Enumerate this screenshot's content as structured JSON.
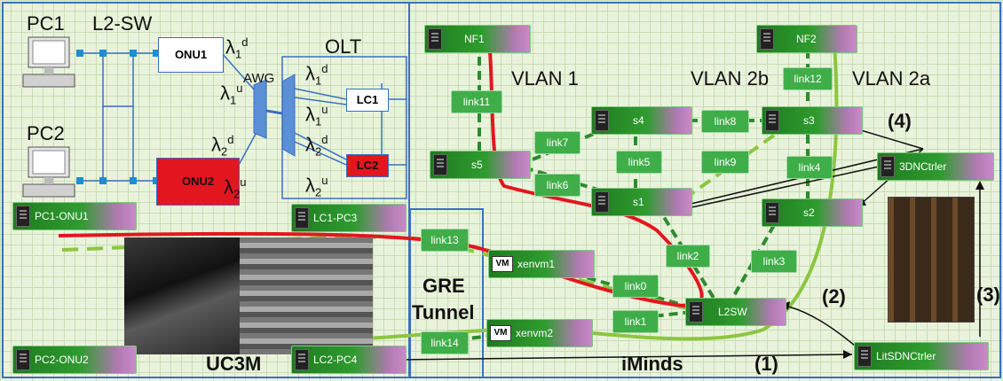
{
  "uc3m": {
    "pc1": "PC1",
    "pc2": "PC2",
    "l2sw": "L2-SW",
    "onu1": "ONU1",
    "onu2": "ONU2",
    "awg": "AWG",
    "olt": "OLT",
    "lc1": "LC1",
    "lc2": "LC2",
    "site_label": "UC3M"
  },
  "lambdas": [
    {
      "base": "λ",
      "sub": "1",
      "sup": "d"
    },
    {
      "base": "λ",
      "sub": "1",
      "sup": "u"
    },
    {
      "base": "λ",
      "sub": "2",
      "sup": "d"
    },
    {
      "base": "λ",
      "sub": "2",
      "sup": "u"
    },
    {
      "base": "λ",
      "sub": "1",
      "sup": "d"
    },
    {
      "base": "λ",
      "sub": "1",
      "sup": "u"
    },
    {
      "base": "λ",
      "sub": "2",
      "sup": "d"
    },
    {
      "base": "λ",
      "sub": "2",
      "sup": "u"
    }
  ],
  "gre": {
    "line1": "GRE",
    "line2": "Tunnel"
  },
  "vlans": {
    "v1": "VLAN 1",
    "v2b": "VLAN 2b",
    "v2a": "VLAN 2a"
  },
  "imind_label": "iMinds",
  "nodes": {
    "nf1": "NF1",
    "nf2": "NF2",
    "s1": "s1",
    "s2": "s2",
    "s3": "s3",
    "s4": "s4",
    "s5": "s5",
    "sdnctrler": "3DNCtrler",
    "l2sw": "L2SW",
    "xenvm1": "xenvm1",
    "xenvm2": "xenvm2",
    "pc1onu1": "PC1-ONU1",
    "pc2onu2": "PC2-ONU2",
    "lc1pc3": "LC1-PC3",
    "lc2pc4": "LC2-PC4",
    "litsdn": "LitSDNCtrler",
    "vm_icon": "VM"
  },
  "links": {
    "link1": "link1",
    "link2": "link2",
    "link3": "link3",
    "link4": "link4",
    "link5": "link5",
    "link6": "link6",
    "link7": "link7",
    "link8": "link8",
    "link9": "link9",
    "link0": "link0",
    "link11": "link11",
    "link12": "link12",
    "link13": "link13",
    "link14": "link14"
  },
  "steps": {
    "s1": "(1)",
    "s2": "(2)",
    "s3": "(3)",
    "s4": "(4)"
  },
  "colors": {
    "node_green": "#2f9c2f",
    "link_green": "#3fae49",
    "red_path": "#e3161f",
    "light_path": "#8cc63f",
    "box_blue": "#3a6fc2",
    "grid_bg": "#e9f3dc"
  }
}
